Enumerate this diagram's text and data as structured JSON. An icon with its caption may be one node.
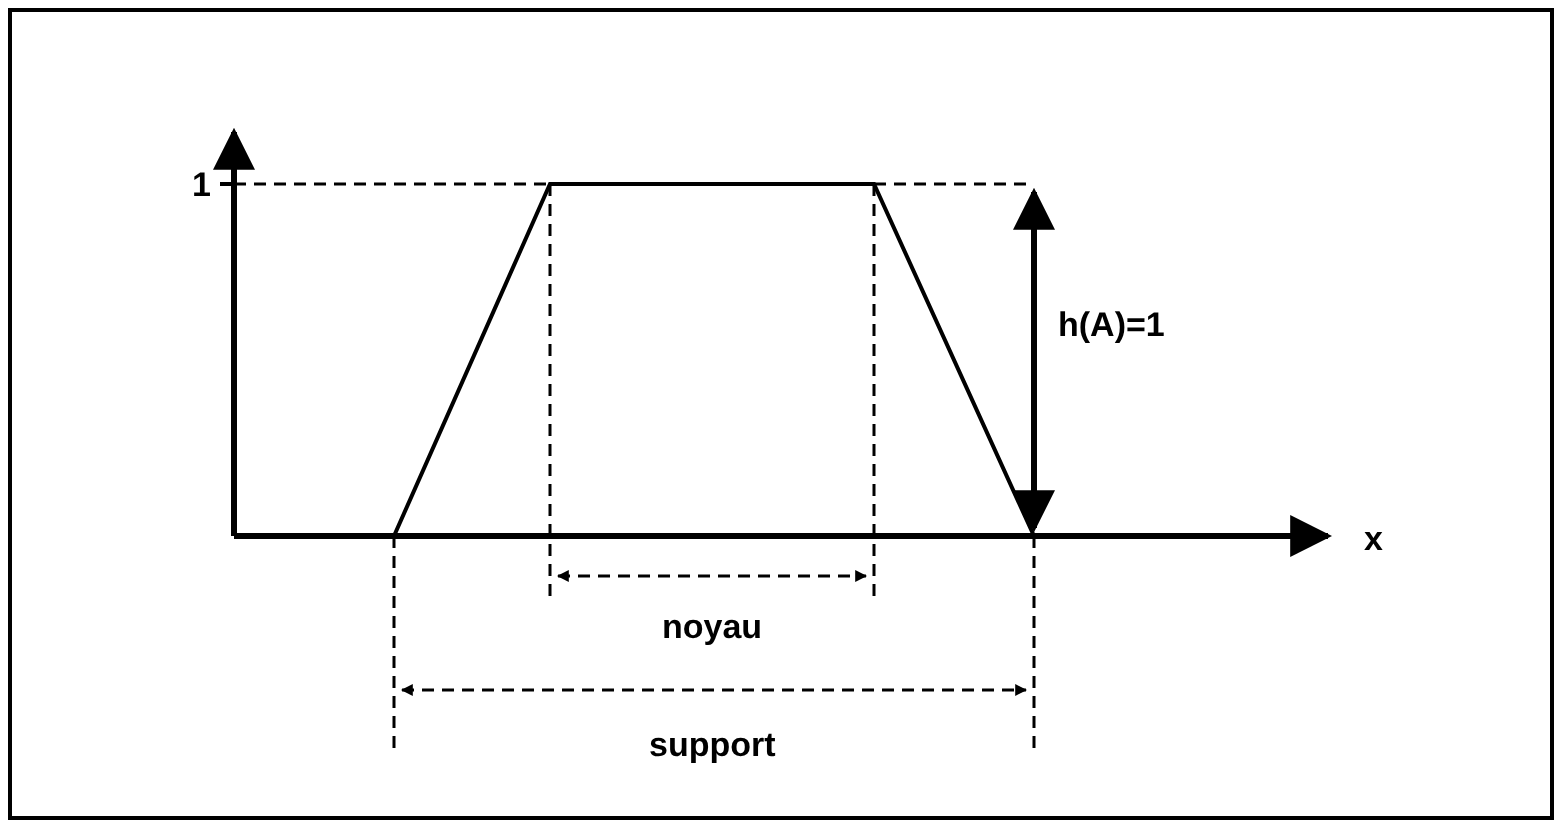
{
  "diagram": {
    "labels": [
      "1",
      "h(A)=1",
      "x",
      "noyau",
      "support"
    ]
  }
}
